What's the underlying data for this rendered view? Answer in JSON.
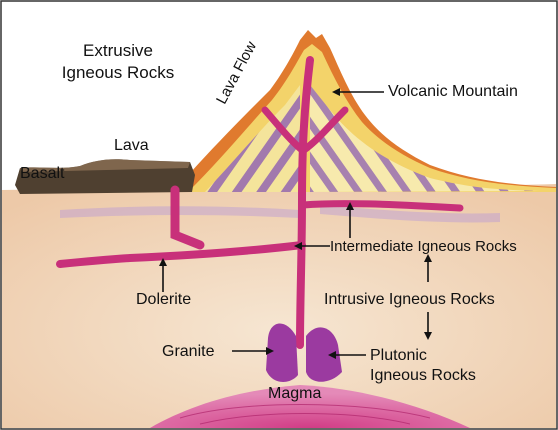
{
  "labels": {
    "extrusive": "Extrusive\nIgneous Rocks",
    "lava_flow": "Lava Flow",
    "volcanic_mountain": "Volcanic Mountain",
    "lava": "Lava",
    "basalt": "Basalt",
    "intermediate": "Intermediate Igneous Rocks",
    "dolerite": "Dolerite",
    "intrusive": "Intrusive Igneous Rocks",
    "granite": "Granite",
    "plutonic": "Plutonic\nIgneous Rocks",
    "magma": "Magma"
  },
  "colors": {
    "sky": "#ffffff",
    "ground": "#f3e2cc",
    "ground_warm": "#f0d0b4",
    "volcano_edge": "#d9651e",
    "volcano_fill": "#f0c25a",
    "stripe_purple": "#7a4aa8",
    "stripe_yellow": "#f2d84a",
    "intrusion": "#c8307a",
    "basalt": "#5a4a3a",
    "magma": "#c8307a"
  }
}
